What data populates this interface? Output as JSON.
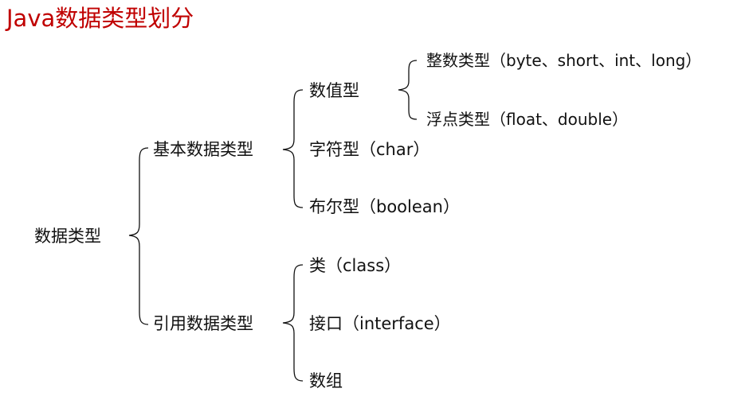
{
  "title": "Java数据类型划分",
  "diagram": {
    "root": "数据类型",
    "primitive": {
      "label": "基本数据类型",
      "numeric": {
        "label": "数值型",
        "integer": "整数类型（byte、short、int、long）",
        "float": "浮点类型（float、double）"
      },
      "char": "字符型（char）",
      "boolean": "布尔型（boolean）"
    },
    "reference": {
      "label": "引用数据类型",
      "class": "类（class）",
      "interface": "接口（interface）",
      "array": "数组"
    }
  }
}
